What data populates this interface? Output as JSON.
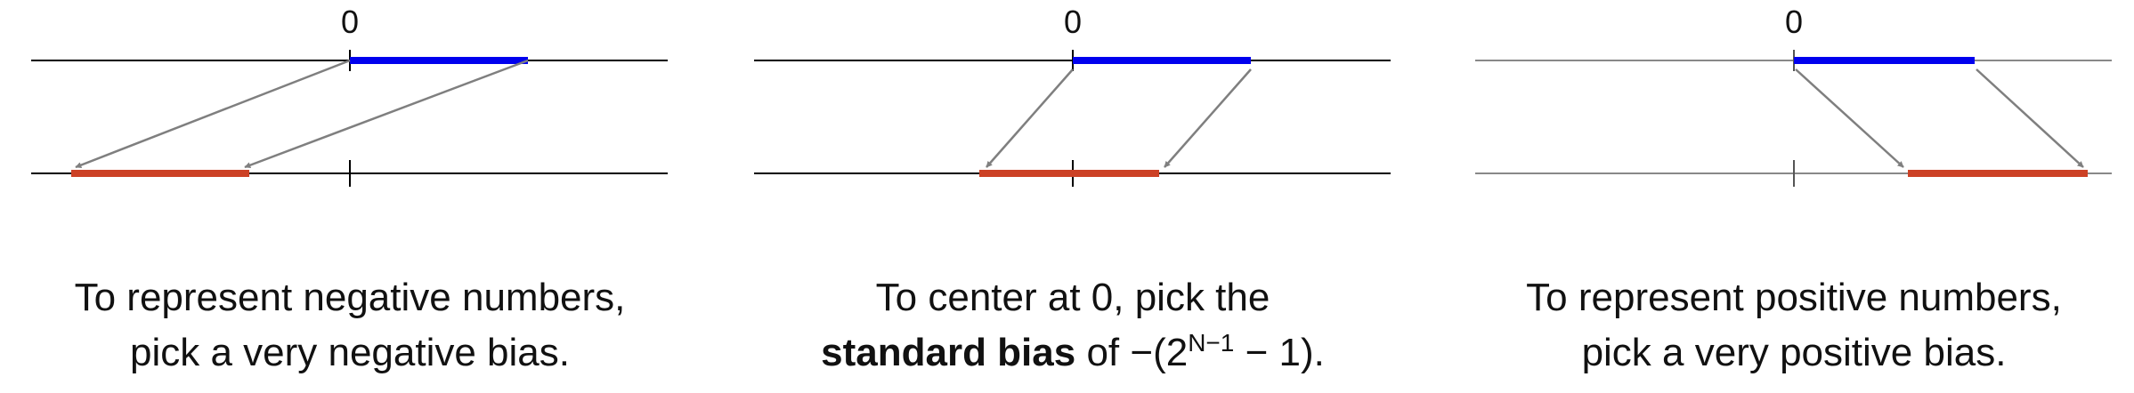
{
  "panels": [
    {
      "zero_label": "0",
      "caption_line1": "To represent negative numbers,",
      "caption_line2": "pick a very negative bias.",
      "shift": "negative"
    },
    {
      "zero_label": "0",
      "caption_line1": "To center at 0, pick the",
      "caption_bold": "standard bias",
      "caption_mid": " of −(2",
      "caption_sup": "N−1",
      "caption_end": " − 1).",
      "shift": "centered"
    },
    {
      "zero_label": "0",
      "caption_line1": "To represent positive numbers,",
      "caption_line2": "pick a very positive bias.",
      "shift": "positive"
    }
  ],
  "colors": {
    "unsigned_range": "#0000ee",
    "biased_range": "#cc4125",
    "axis": "#000000",
    "arrow": "#7f7f7f"
  }
}
